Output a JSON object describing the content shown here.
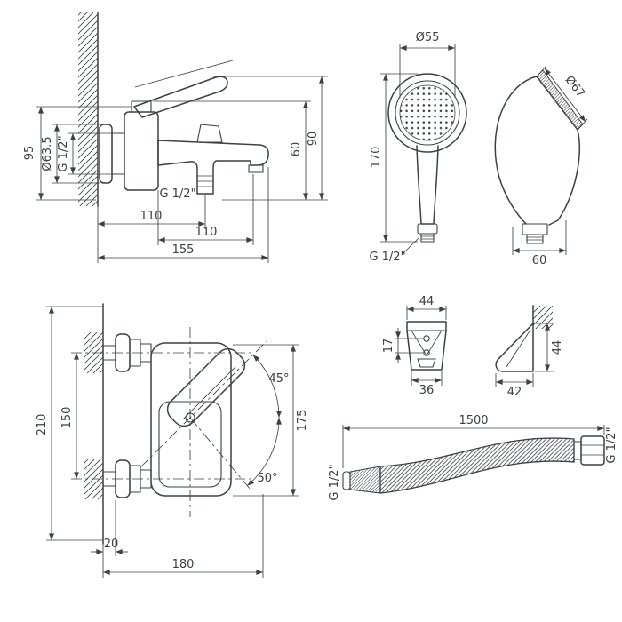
{
  "meta": {
    "background_color": "#ffffff",
    "line_color": "#3b4148",
    "drawing_type": "bath mixer with shower set - dimensional drawing"
  },
  "views": {
    "faucet_side": {
      "name": "bath mixer side view",
      "dims": {
        "height_overall": "95",
        "flange_diameter": "Ø63.5",
        "wall_thread": "G 1/2\"",
        "handle_height": "90",
        "body_height": "60",
        "outlet_thread": "G 1/2\"",
        "wall_to_outlet": "110",
        "body_to_spout": "110",
        "total_depth": "155"
      }
    },
    "shower_head": {
      "name": "hand shower front and side view",
      "dims": {
        "face_diameter": "Ø55",
        "head_diameter": "Ø67",
        "length": "170",
        "thread": "G 1/2\"",
        "side_depth": "60"
      }
    },
    "bracket": {
      "name": "wall bracket front and side view",
      "dims": {
        "width_top": "44",
        "hole_spacing": "17",
        "width_bottom": "36",
        "height": "44",
        "depth": "42"
      }
    },
    "faucet_front": {
      "name": "bath mixer front view",
      "dims": {
        "height_overall": "210",
        "inlet_spacing": "150",
        "body_height": "175",
        "handle_angle_up": "45°",
        "handle_angle_down": "50°",
        "wall_offset": "20",
        "width_overall": "180"
      }
    },
    "hose": {
      "name": "shower hose",
      "dims": {
        "length": "1500",
        "thread_left": "G 1/2\"",
        "thread_right": "G 1/2\""
      }
    }
  }
}
